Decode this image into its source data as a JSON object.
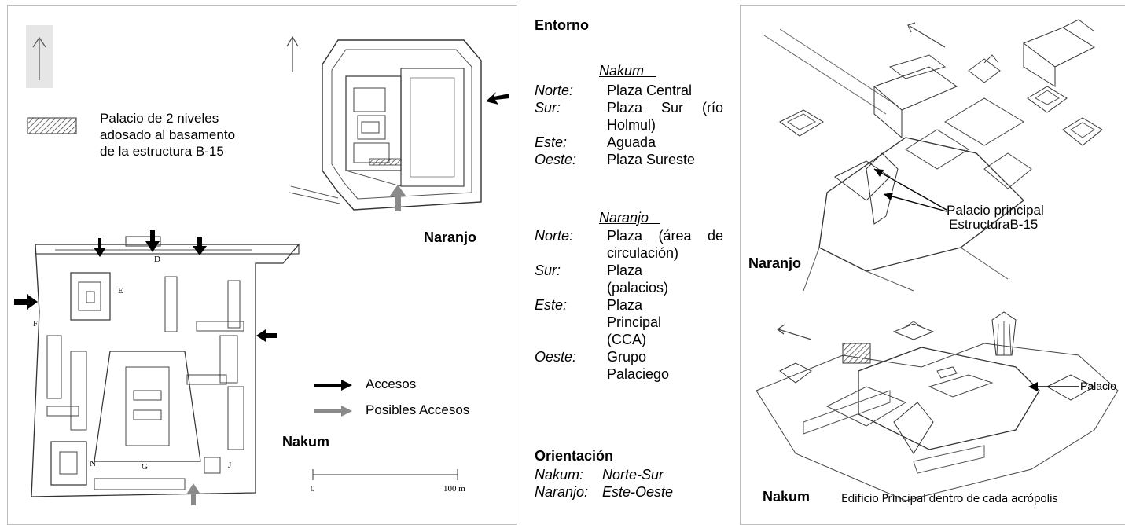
{
  "left_panel": {
    "north_arrow": "↑",
    "legend_hatched": "Palacio de 2 niveles adosado al basamento de la estructura B-15",
    "legend_hatched_lines": [
      "Palacio de 2 niveles",
      "adosado al basamento",
      "de la estructura B-15"
    ],
    "naranjo_label": "Naranjo",
    "nakum_label": "Nakum",
    "accesos_label": "Accesos",
    "posibles_label": "Posibles Accesos",
    "scale_zero": "0",
    "scale_max": "100 m",
    "plan_letters": [
      "D",
      "E",
      "F",
      "N",
      "G",
      "J"
    ],
    "colors": {
      "access_arrow": "#000000",
      "possible_access_arrow": "#8a8a8a"
    }
  },
  "middle_panel": {
    "entorno_title": "Entorno",
    "nakum_heading": "Nakum",
    "nakum_rows": [
      {
        "key": "Norte:",
        "value": "Plaza Central"
      },
      {
        "key": "Sur:",
        "value": "Plaza Sur (río Holmul)"
      },
      {
        "key": "Este:",
        "value": "Aguada"
      },
      {
        "key": "Oeste:",
        "value": "Plaza Sureste"
      }
    ],
    "naranjo_heading": "Naranjo",
    "naranjo_rows": [
      {
        "key": "Norte:",
        "value": "Plaza (área de circulación)"
      },
      {
        "key": "Sur:",
        "value": "Plaza (palacios)"
      },
      {
        "key": "Este:",
        "value": "Plaza Principal (CCA)"
      },
      {
        "key": "Oeste:",
        "value": "Grupo Palaciego"
      }
    ],
    "orientacion_title": "Orientación",
    "orientacion_rows": [
      {
        "key": "Nakum:",
        "value": "Norte-Sur"
      },
      {
        "key": "Naranjo:",
        "value": "Este-Oeste"
      }
    ]
  },
  "right_panel": {
    "naranjo_label": "Naranjo",
    "callout_line1": "Palacio principal",
    "callout_line2": "EstructuraB-15",
    "nakum_label": "Nakum",
    "palacio_label": "Palacio",
    "caption": "Edificio Principal dentro de cada acrópolis"
  }
}
